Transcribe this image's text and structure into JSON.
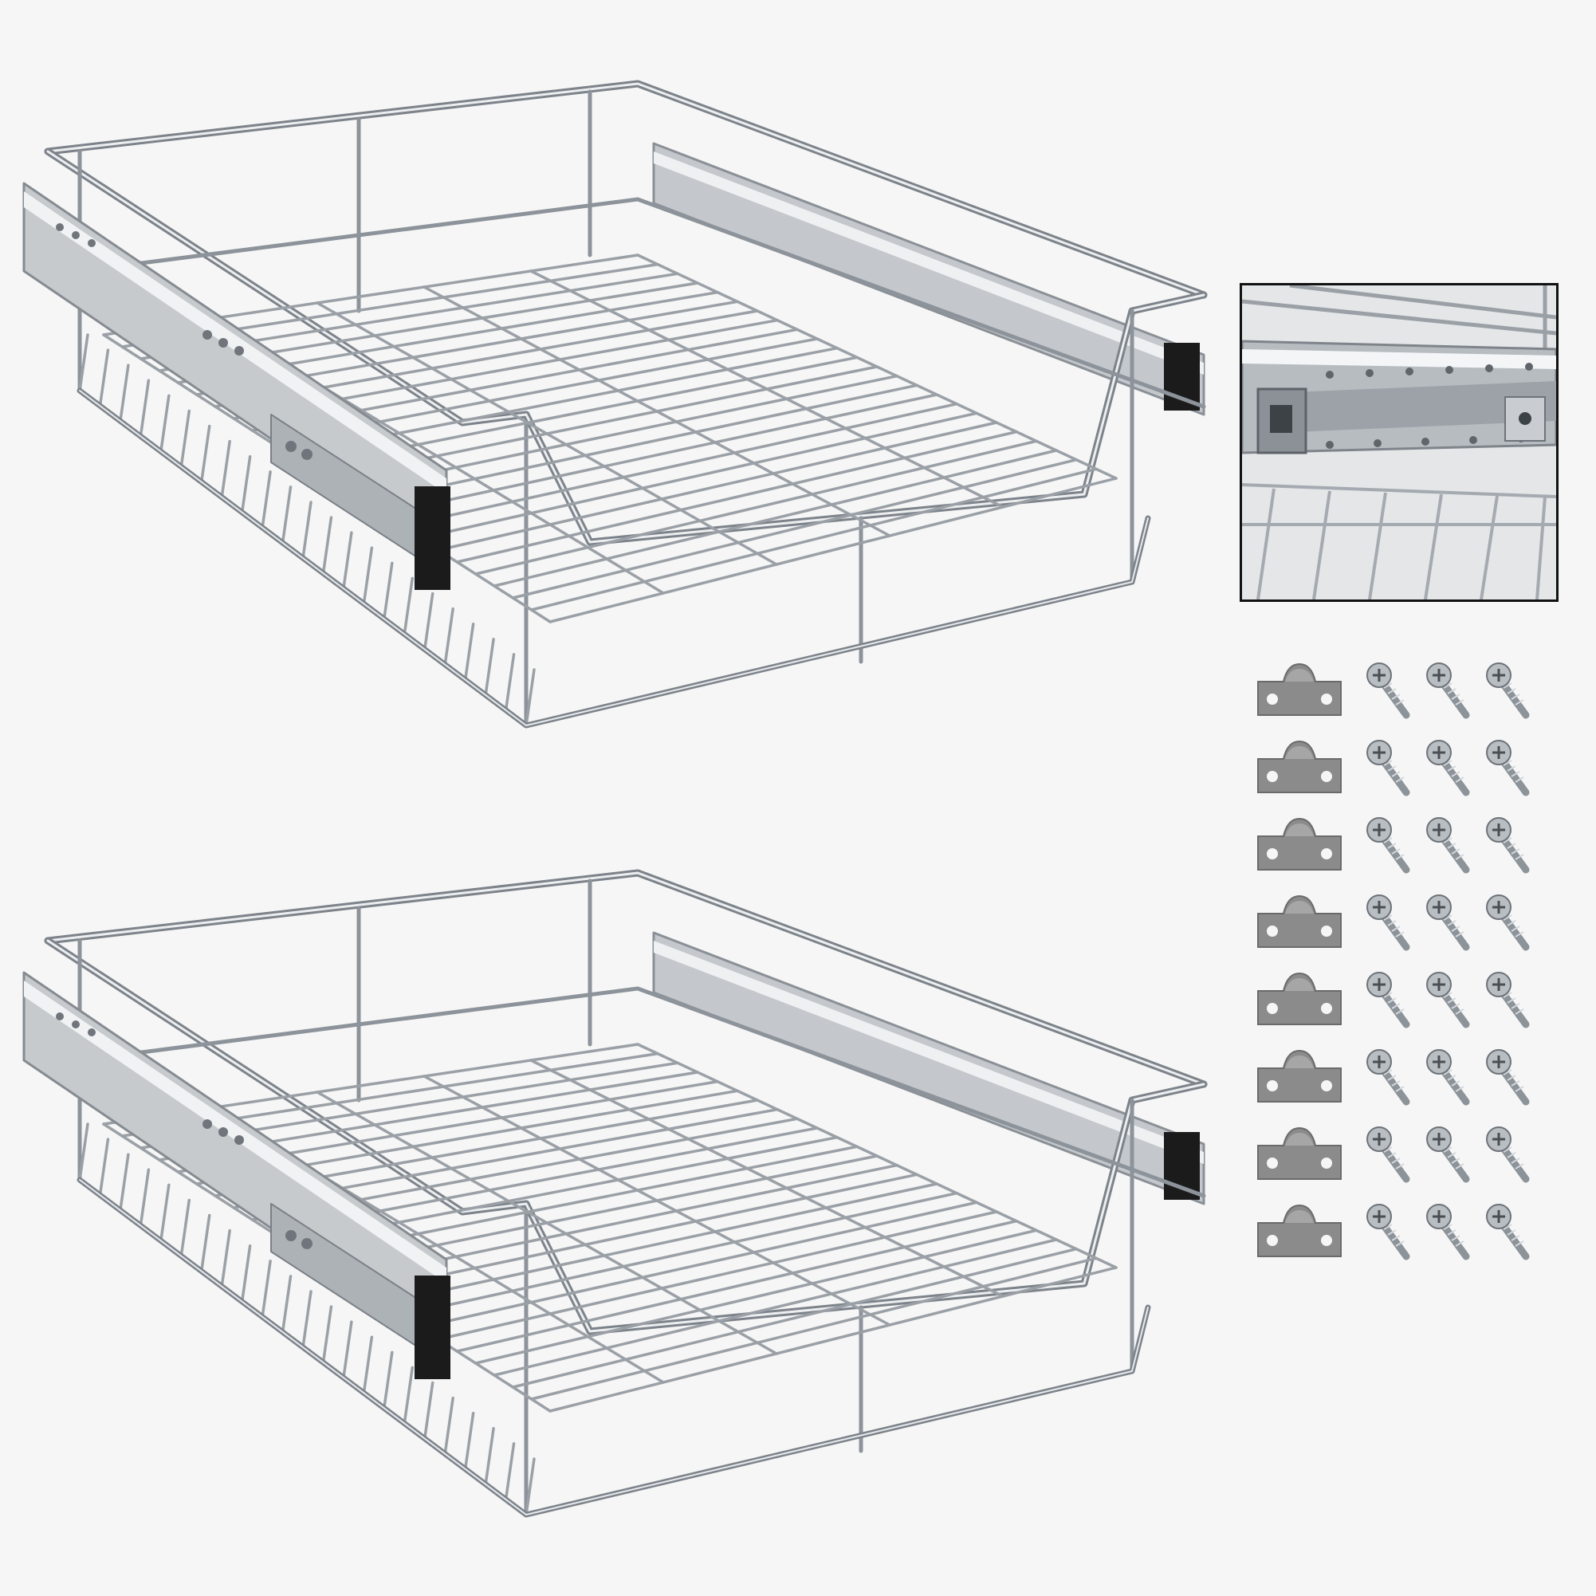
{
  "product": {
    "basket_count": 2,
    "brackets_per_set": 8,
    "screws_per_row": 3,
    "colors": {
      "background": "#f6f6f6",
      "chrome": "#9aa0a6",
      "chrome_light": "#e9ecef",
      "rail": "#b9bec3",
      "rail_end": "#1b1b1b",
      "bracket": "#8b8b8b",
      "inset_border": "#111111"
    }
  },
  "icons": {
    "basket": "wire-basket-icon",
    "rail": "telescopic-rail-icon",
    "bracket": "mounting-bracket-icon",
    "screw": "screw-icon"
  }
}
